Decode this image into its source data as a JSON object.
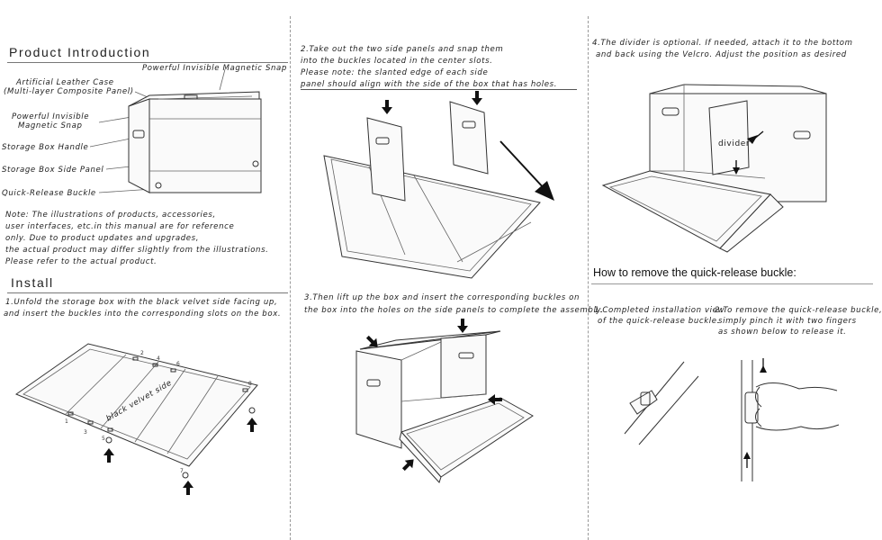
{
  "left": {
    "product_intro_title": "Product Introduction",
    "labels": {
      "magnetic_snap_top": "Powerful Invisible Magnetic Snap",
      "case_line1": "Artificial Leather Case",
      "case_line2": "(Multi-layer Composite Panel)",
      "snap_line1": "Powerful Invisible",
      "snap_line2": "Magnetic Snap",
      "handle": "Storage Box Handle",
      "side_panel": "Storage Box Side Panel",
      "buckle": "Quick-Release Buckle"
    },
    "note": [
      "Note: The illustrations of products, accessories,",
      "user interfaces, etc.in this manual are for reference",
      "only. Due to product updates and upgrades,",
      "the actual product may differ slightly from the illustrations.",
      "Please refer to the actual product."
    ],
    "install_title": "Install",
    "step1": [
      "1.Unfold the storage box with the black velvet side facing up,",
      "and insert the buckles into the corresponding slots on the box."
    ],
    "velvet_label": "black velvet side",
    "slot_numbers": [
      "1",
      "2",
      "3",
      "4",
      "5",
      "6",
      "7",
      "8"
    ]
  },
  "middle": {
    "step2": [
      "2.Take out the two side panels and snap them",
      "into the buckles located in the center slots.",
      "Please note: the slanted edge of each side",
      "panel should align with the side of the box that has holes."
    ],
    "step3": [
      "3.Then lift up the box and insert the corresponding buckles on",
      "the box into the holes on the side panels to complete the assembly."
    ]
  },
  "right": {
    "step4": [
      "4.The divider is optional. If needed, attach it to the bottom",
      "and back using the Velcro. Adjust the position as desired"
    ],
    "divider_label": "divider",
    "remove_title": "How to remove the quick-release buckle:",
    "sub1": [
      "1.Completed installation view",
      "of the quick-release buckle."
    ],
    "sub2": [
      "2.To remove the quick-release buckle,",
      "simply pinch it with two fingers",
      "as shown below to release it."
    ]
  }
}
